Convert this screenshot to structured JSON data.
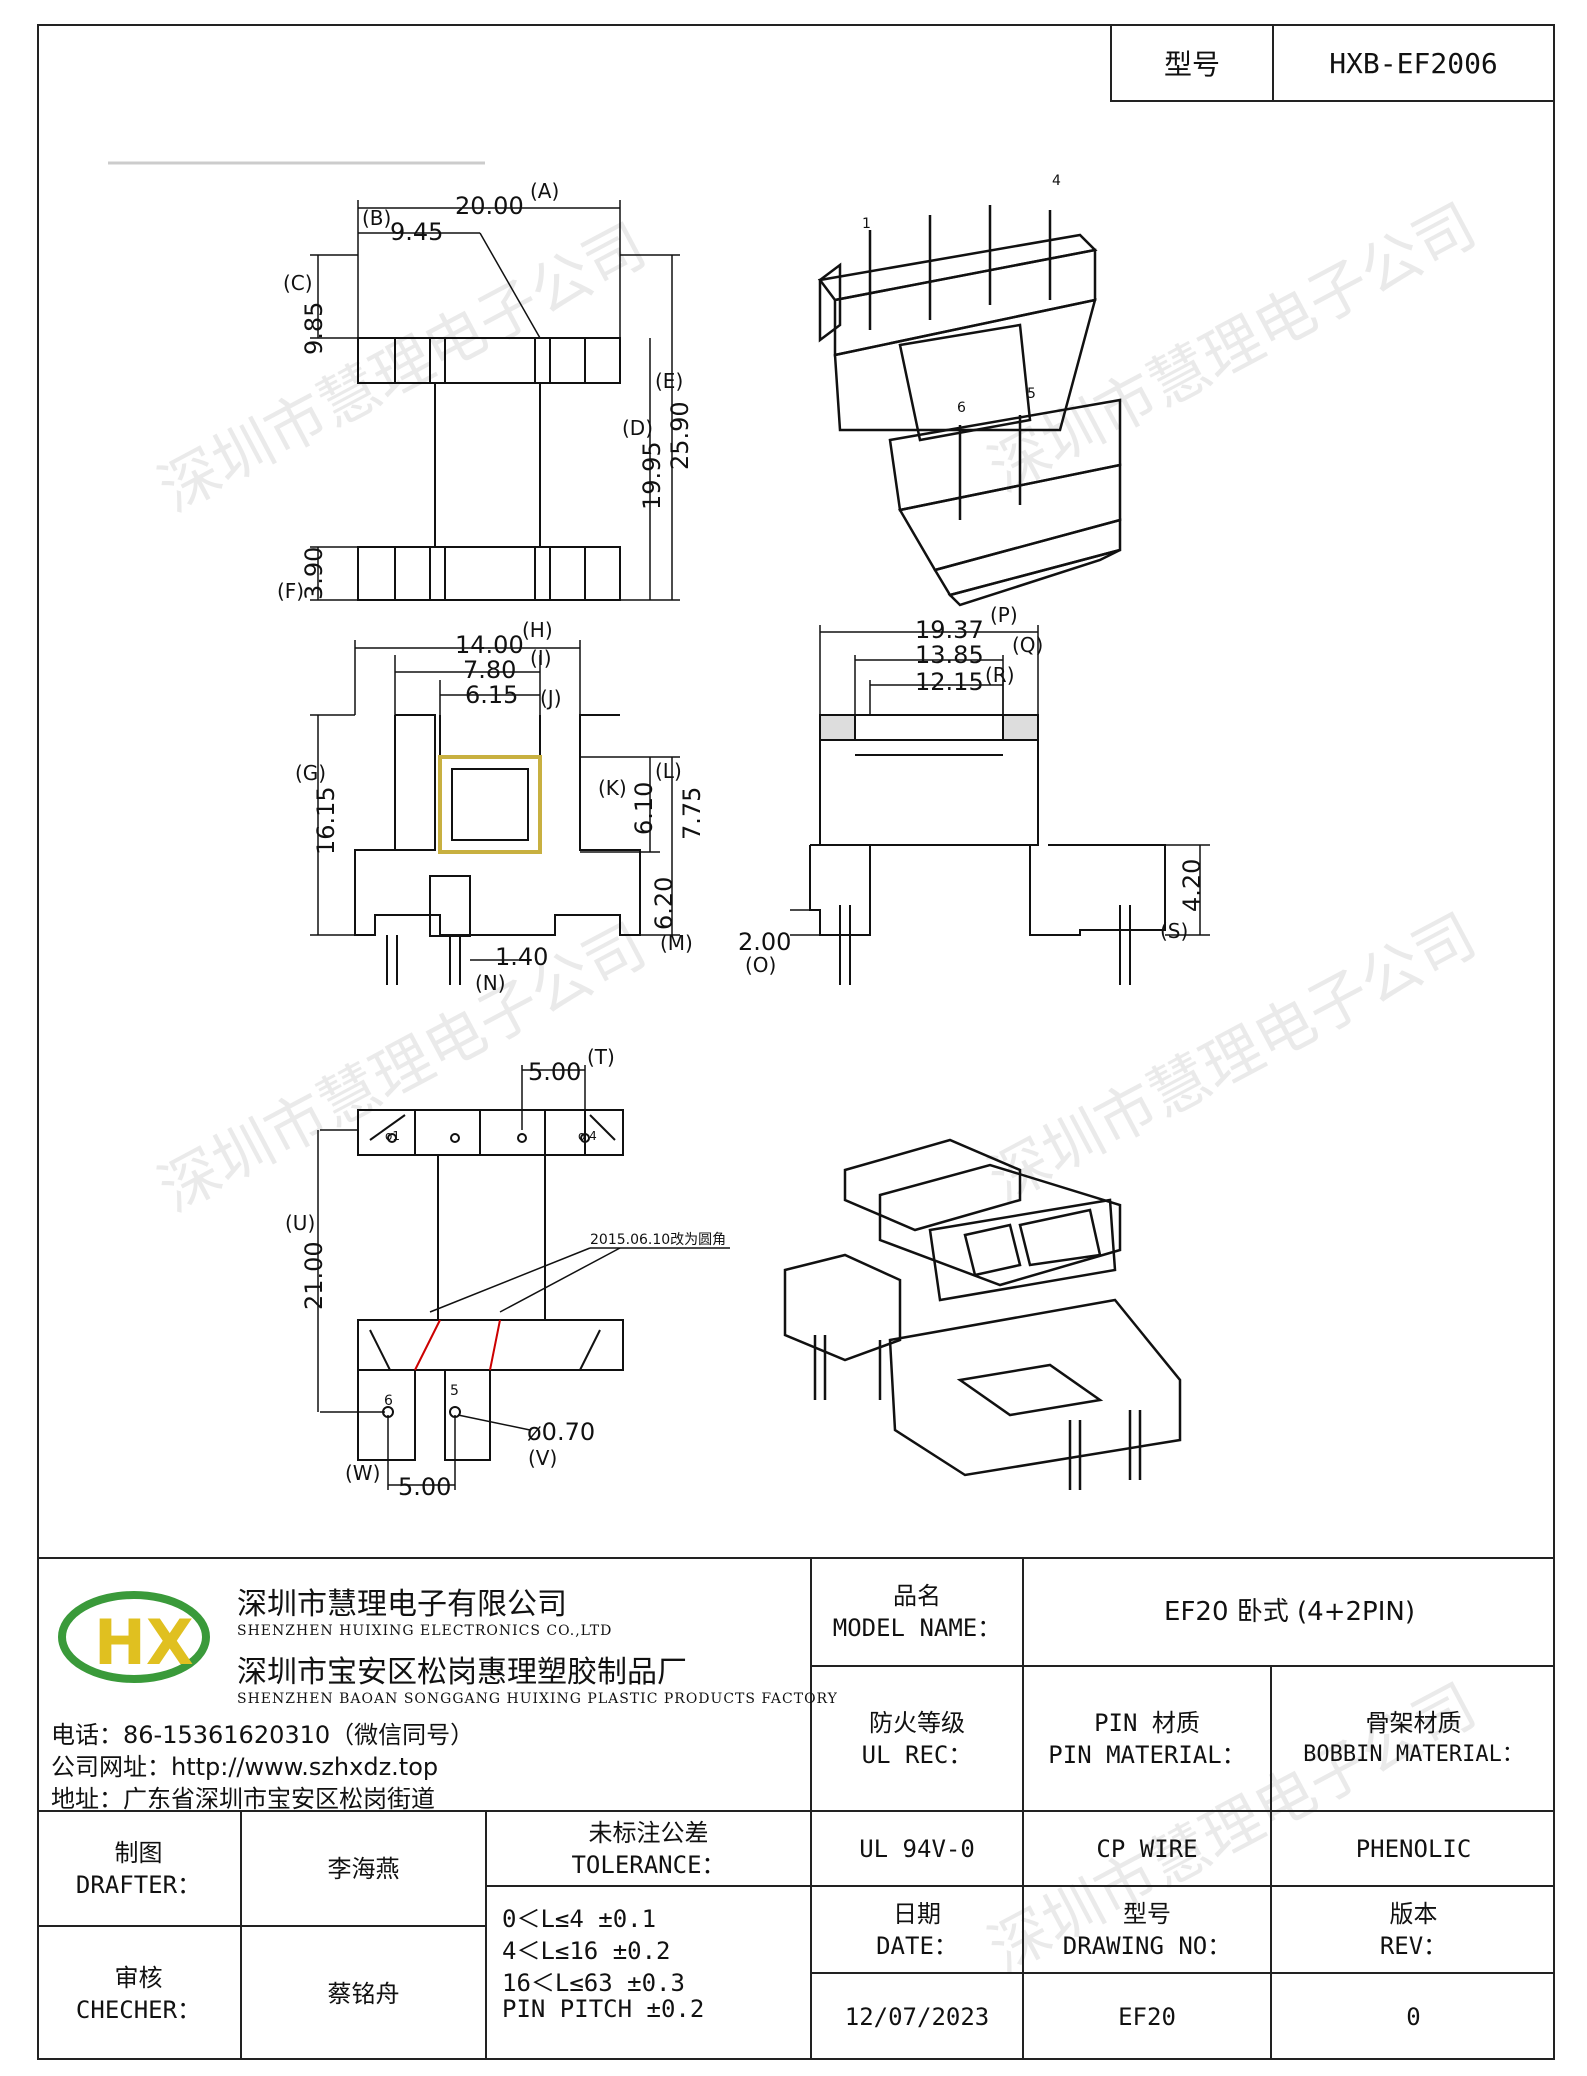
{
  "header": {
    "label": "型号",
    "value": "HXB-EF2006"
  },
  "watermark": "深圳市慧理电子公司",
  "dims": {
    "A": "(A)",
    "A_val": "20.00",
    "B": "(B)",
    "B_val": "9.45",
    "C": "(C)",
    "C_val": "9.85",
    "D": "(D)",
    "D_val": "19.95",
    "E": "(E)",
    "E_val": "25.90",
    "F": "(F)",
    "F_val": "3.90",
    "H": "(H)",
    "H_val": "14.00",
    "I": "(I)",
    "I_val": "7.80",
    "J": "(J)",
    "J_val": "6.15",
    "G": "(G)",
    "G_val": "16.15",
    "K": "(K)",
    "K_val": "6.10",
    "L": "(L)",
    "L_val": "7.75",
    "M": "(M)",
    "M_val": "6.20",
    "N": "(N)",
    "N_val": "1.40",
    "P": "(P)",
    "P_val": "19.37",
    "Q": "(Q)",
    "Q_val": "13.85",
    "R": "(R)",
    "R_val": "12.15",
    "O": "(O)",
    "O_val": "2.00",
    "S": "(S)",
    "S_val": "4.20",
    "T": "(T)",
    "T_val": "5.00",
    "U": "(U)",
    "U_val": "21.00",
    "V": "(V)",
    "V_val": "ø0.70",
    "W": "(W)",
    "W_val": "5.00"
  },
  "pins": {
    "p1": "1",
    "p4": "4",
    "p5": "5",
    "p6": "6",
    "p1_top": "o1",
    "p4_top": "o 4"
  },
  "note": "2015.06.10改为圆角",
  "title_block": {
    "company_cn": "深圳市慧理电子有限公司",
    "company_en": "SHENZHEN HUIXING ELECTRONICS CO.,LTD",
    "factory_cn": "深圳市宝安区松岗惠理塑胶制品厂",
    "factory_en": "SHENZHEN BAOAN SONGGANG HUIXING PLASTIC PRODUCTS FACTORY",
    "logo_text": "HX",
    "phone": "电话：86-15361620310（微信同号）",
    "website": "公司网址：http://www.szhxdz.top",
    "address": "地址：广东省深圳市宝安区松岗街道",
    "model_name_cn": "品名",
    "model_name_en": "MODEL NAME：",
    "model_name_value": "EF20 卧式 (4+2PIN)",
    "ul_cn": "防火等级",
    "ul_en": "UL REC：",
    "pin_cn": "PIN 材质",
    "pin_en": "PIN MATERIAL：",
    "bobbin_cn": "骨架材质",
    "bobbin_en": "BOBBIN MATERIAL：",
    "ul_value": "UL 94V-0",
    "pin_value": "CP WIRE",
    "bobbin_value": "PHENOLIC",
    "drafter_cn": "制图",
    "drafter_en": "DRAFTER：",
    "drafter_name": "李海燕",
    "checker_cn": "审核",
    "checker_en": "CHECHER：",
    "checker_name": "蔡铭舟",
    "tolerance_cn": "未标注公差",
    "tolerance_en": "TOLERANCE：",
    "tol1": "0＜L≤4   ±0.1",
    "tol2": "4＜L≤16  ±0.2",
    "tol3": "16＜L≤63 ±0.3",
    "tol4": "PIN PITCH ±0.2",
    "date_cn": "日期",
    "date_en": "DATE：",
    "date_value": "12/07/2023",
    "drawing_cn": "型号",
    "drawing_en": "DRAWING NO：",
    "drawing_value": "EF20",
    "rev_cn": "版本",
    "rev_en": "REV：",
    "rev_value": "0"
  }
}
